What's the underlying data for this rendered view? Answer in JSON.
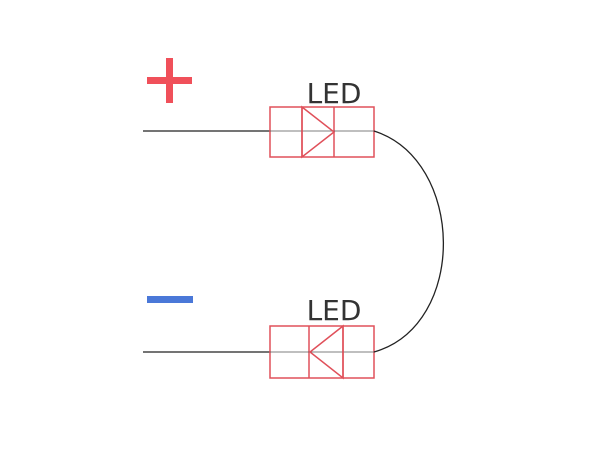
{
  "diagram": {
    "positive": {
      "symbol": "+",
      "color": "#f0505a"
    },
    "negative": {
      "symbol": "",
      "color": "#4a78d8"
    },
    "top_led": {
      "label": "LED",
      "direction": "right"
    },
    "bottom_led": {
      "label": "LED",
      "direction": "left"
    },
    "colors": {
      "wire": "#222222",
      "led_outline": "#e0505a",
      "label_text": "#333333"
    }
  }
}
